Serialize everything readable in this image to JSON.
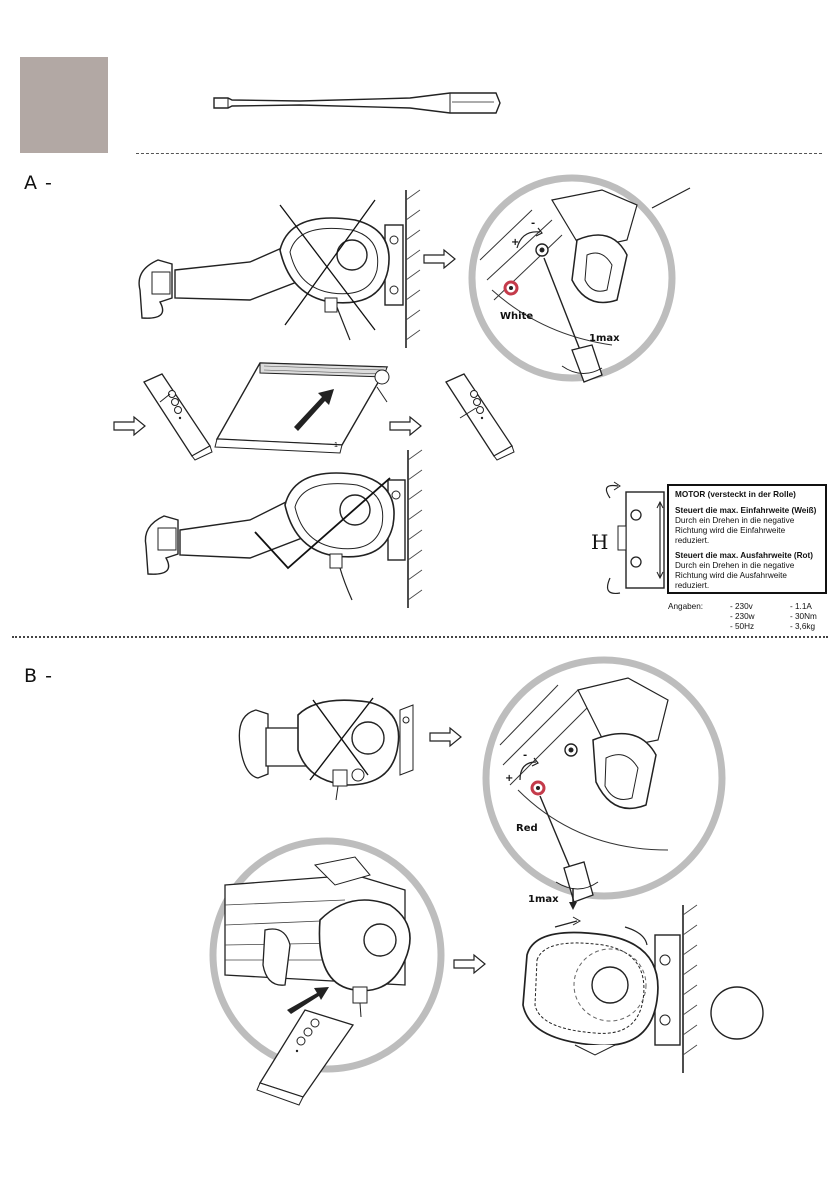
{
  "steps": {
    "a": "A -",
    "b": "B -"
  },
  "callouts": {
    "white": "White",
    "red": "Red",
    "max_a": "1max",
    "max_b": "1max",
    "minus_a": "-",
    "plus_a": "+",
    "minus_b": "-",
    "plus_b": "+",
    "roller_mark": "1",
    "h_mark": "H"
  },
  "motor_box": {
    "title": "MOTOR (versteckt in der Rolle)",
    "section1_heading": "Steuert die max. Einfahrweite (Weiß)",
    "section1_text": "Durch ein Drehen in die negative Richtung wird die Einfahrweite reduziert.",
    "section2_heading": "Steuert die max. Ausfahrweite (Rot)",
    "section2_text": "Durch ein Drehen in die negative Richtung wird die Ausfahrweite reduziert."
  },
  "specs": {
    "label": "Angaben:",
    "col1": [
      "- 230v",
      "- 230w",
      "- 50Hz"
    ],
    "col2": [
      "- 1.1A",
      "- 30Nm",
      "- 3,6kg"
    ]
  },
  "colors": {
    "tool_swatch": "#b2a8a4",
    "circle_ring": "#bdbdbd",
    "white_marker": "#c43a4a",
    "red_marker": "#c43a4a"
  }
}
